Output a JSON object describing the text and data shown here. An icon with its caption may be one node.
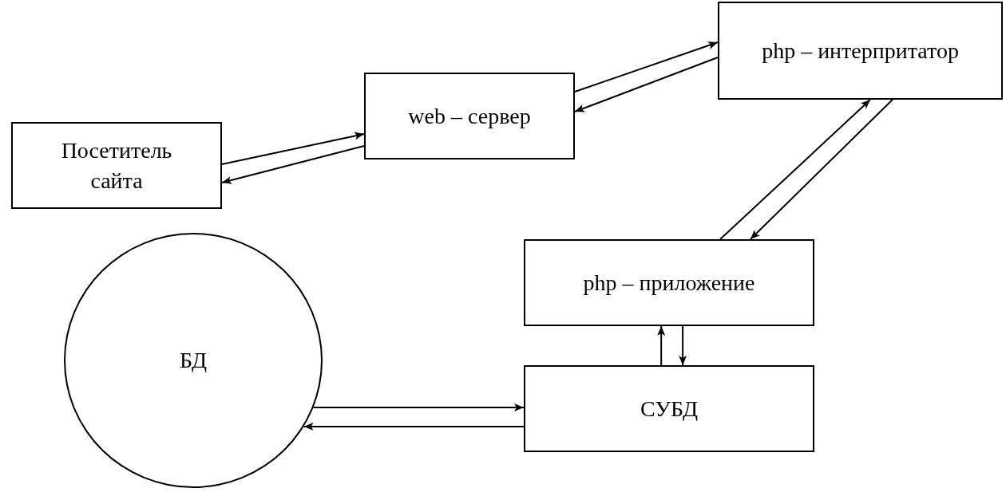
{
  "diagram": {
    "nodes": [
      {
        "text": [
          "Посетитель сайта"
        ]
      },
      {
        "text": [
          "web – сервер"
        ]
      },
      {
        "text": [
          "php – интерпритатор"
        ]
      },
      {
        "text": [
          "php – приложение"
        ]
      },
      {
        "text": [
          "СУБД"
        ]
      },
      {
        "text": [
          "БД"
        ]
      }
    ],
    "edges": [
      {
        "from": 0,
        "to": 1,
        "arrow": "to"
      },
      {
        "from": 1,
        "to": 0,
        "arrow": "to"
      },
      {
        "from": 1,
        "to": 2,
        "arrow": "to"
      },
      {
        "from": 2,
        "to": 1,
        "arrow": "to"
      },
      {
        "from": 3,
        "to": 2,
        "arrow": "to"
      },
      {
        "from": 2,
        "to": 3,
        "arrow": "to"
      },
      {
        "from": 4,
        "to": 3,
        "arrow": "to"
      },
      {
        "from": 3,
        "to": 4,
        "arrow": "to"
      },
      {
        "from": 5,
        "to": 4,
        "arrow": "to"
      },
      {
        "from": 4,
        "to": 5,
        "arrow": "to"
      }
    ]
  }
}
